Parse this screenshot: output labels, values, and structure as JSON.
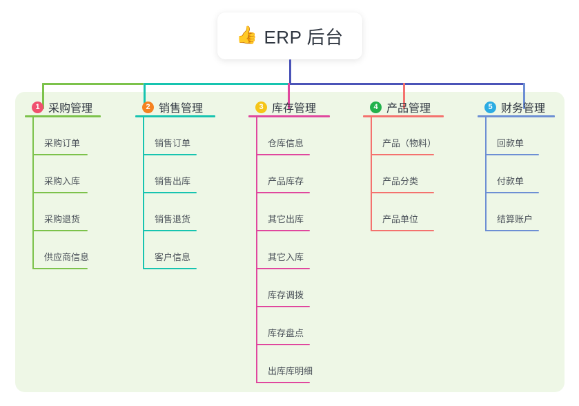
{
  "root": {
    "icon": "thumbs-up-icon",
    "icon_glyph": "👍",
    "title": "ERP 后台"
  },
  "palette": {
    "panel_bg": "#eef7e6",
    "page_bg": "#ffffff",
    "stem": "#4b54b8",
    "rail_green": "#7cc24b",
    "rail_teal": "#17c4b0",
    "rail_blue": "#4b54b8",
    "text": "#2f3640",
    "item_text": "#4a5159"
  },
  "columns": [
    {
      "number": "1",
      "title": "采购管理",
      "badge_color": "#f0506e",
      "line_color": "#7cc24b",
      "items": [
        "采购订单",
        "采购入库",
        "采购退货",
        "供应商信息"
      ]
    },
    {
      "number": "2",
      "title": "销售管理",
      "badge_color": "#f58220",
      "line_color": "#17c4b0",
      "items": [
        "销售订单",
        "销售出库",
        "销售退货",
        "客户信息"
      ]
    },
    {
      "number": "3",
      "title": "库存管理",
      "badge_color": "#f5c518",
      "line_color": "#e0479e",
      "items": [
        "仓库信息",
        "产品库存",
        "其它出库",
        "其它入库",
        "库存调拨",
        "库存盘点",
        "出库库明细"
      ]
    },
    {
      "number": "4",
      "title": "产品管理",
      "badge_color": "#22b24c",
      "line_color": "#f4726e",
      "items": [
        "产品（物料）",
        "产品分类",
        "产品单位"
      ]
    },
    {
      "number": "5",
      "title": "财务管理",
      "badge_color": "#2bace3",
      "line_color": "#6d8fd4",
      "items": [
        "回款单",
        "付款单",
        "结算账户"
      ]
    }
  ]
}
